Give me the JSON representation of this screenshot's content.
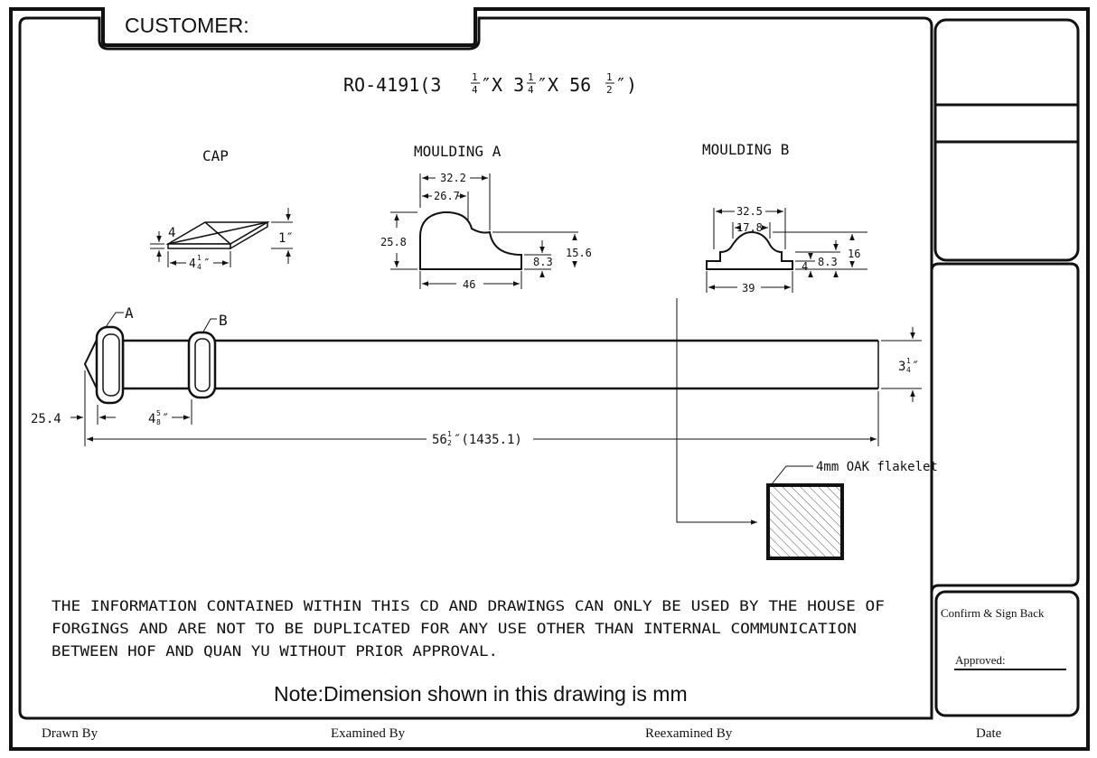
{
  "title_block": {
    "customer_label": "CUSTOMER:",
    "confirm_label": "Confirm & Sign Back",
    "approved_label": "Approved:"
  },
  "drawing": {
    "part_prefix": "RO-4191(3",
    "part_times_1": "″X 3",
    "part_times_2": "″X 56",
    "part_close": "″)",
    "frac_num_1": "1",
    "frac_den_1": "4",
    "frac_num_2": "1",
    "frac_den_2": "4",
    "frac_num_3": "1",
    "frac_den_3": "2"
  },
  "cap": {
    "label": "CAP",
    "dim_edge": "4",
    "dim_height": "1″",
    "dim_width_int": "4",
    "dim_width_num": "1",
    "dim_width_den": "4",
    "dim_width_unit": "″"
  },
  "moulding_a": {
    "label": "MOULDING A",
    "dim_top": "32.2",
    "dim_inner": "26.7",
    "dim_height": "25.8",
    "dim_step": "8.3",
    "dim_right": "15.6",
    "dim_width": "46"
  },
  "moulding_b": {
    "label": "MOULDING B",
    "dim_top": "32.5",
    "dim_inner": "17.8",
    "dim_height": "16",
    "dim_step": "8.3",
    "dim_lip": "4",
    "dim_width": "39"
  },
  "post": {
    "callout_a": "A",
    "callout_b": "B",
    "dim_tip": "25.4",
    "dim_base_int": "4",
    "dim_base_num": "5",
    "dim_base_den": "8",
    "dim_base_unit": "″",
    "dim_diam_int": "3",
    "dim_diam_num": "1",
    "dim_diam_den": "4",
    "dim_diam_unit": "″",
    "dim_length_int": "56",
    "dim_length_num": "1",
    "dim_length_den": "2",
    "dim_length_rest": "″(1435.1)"
  },
  "section": {
    "label": "4mm OAK flakelet"
  },
  "notice": {
    "line1": "THE INFORMATION CONTAINED WITHIN THIS CD AND DRAWINGS CAN ONLY BE USED BY THE HOUSE OF",
    "line2": "FORGINGS AND ARE NOT TO BE DUPLICATED FOR ANY USE OTHER THAN INTERNAL COMMUNICATION",
    "line3": "BETWEEN HOF AND QUAN YU WITHOUT PRIOR APPROVAL."
  },
  "note": "Note:Dimension shown in this drawing is mm",
  "footer": {
    "drawn_by": "Drawn By",
    "examined_by": "Examined By",
    "reexamined_by": "Reexamined By",
    "date": "Date"
  }
}
